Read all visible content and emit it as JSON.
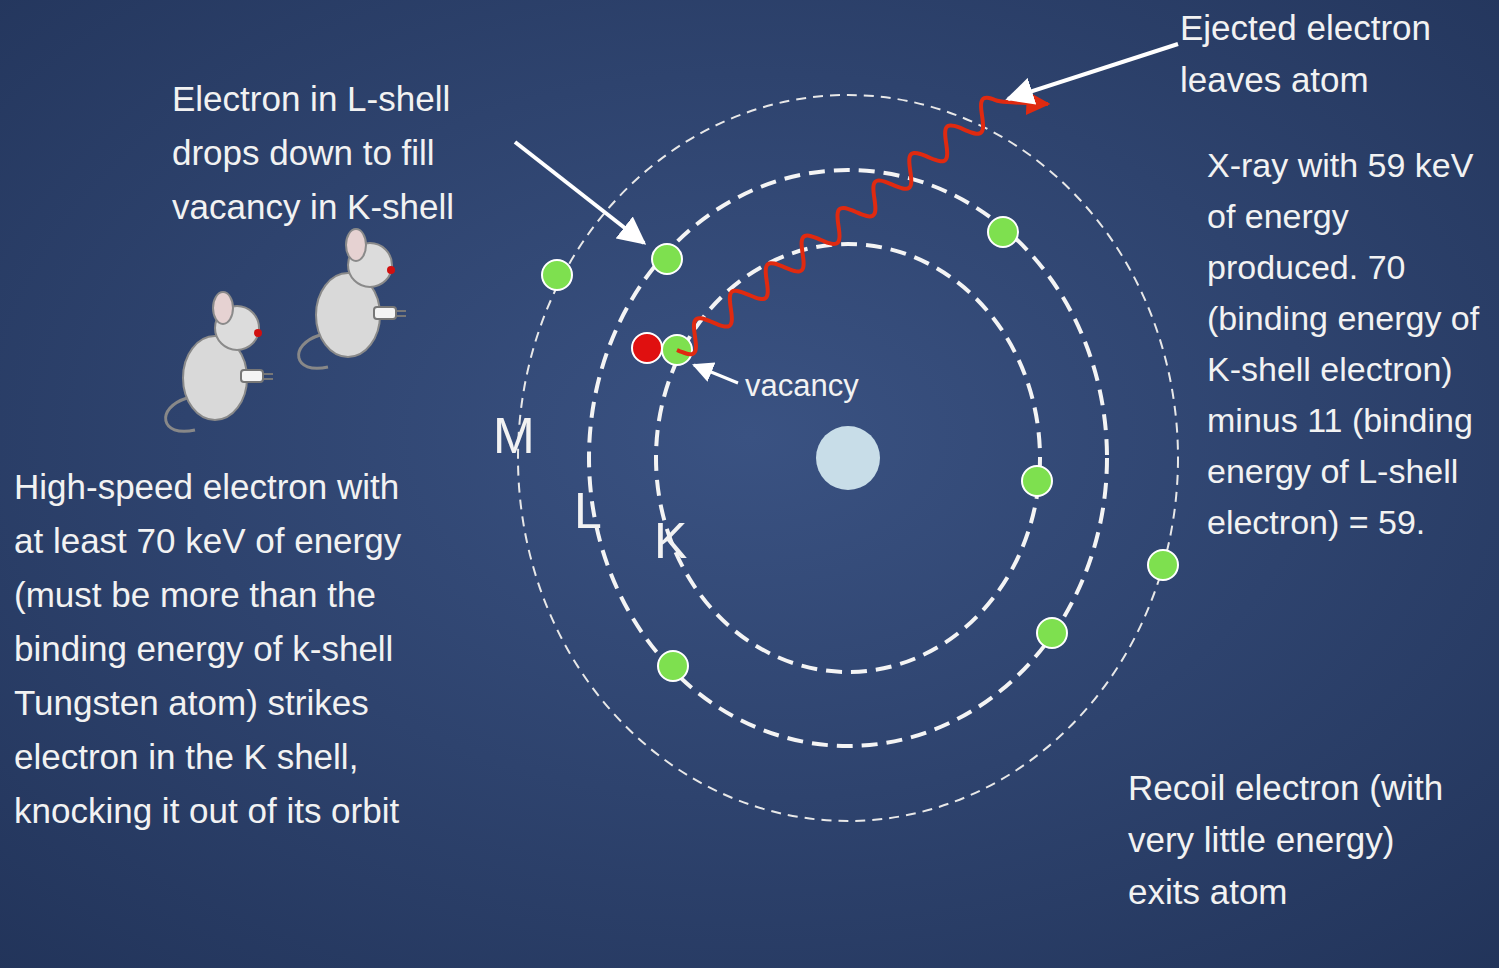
{
  "diagram": {
    "labels": [
      "Electron in L-shell drops down to fill vacancy in K-shell",
      "Ejected electron leaves atom",
      "X-ray with 59 keV of energy produced. 70 (binding energy of K-shell electron) minus 11 (binding energy of L-shell electron) = 59.",
      "vacancy",
      "M",
      "L",
      "K",
      "High-speed electron with at least 70 keV of energy (must be more than the binding energy of k-shell Tungsten atom) strikes electron in the K shell, knocking it out of its orbit",
      "Recoil electron (with very little energy) exits atom"
    ]
  }
}
